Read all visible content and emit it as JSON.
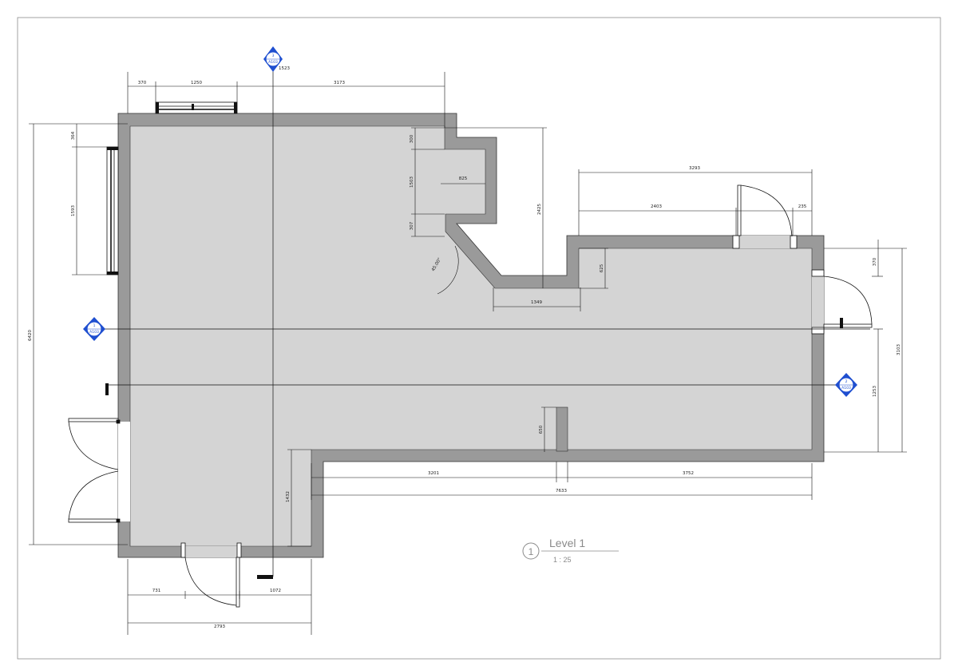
{
  "view": {
    "title": "Level 1",
    "scale": "1 : 25",
    "number": "1"
  },
  "markers": [
    {
      "number": "3",
      "label": "A103"
    },
    {
      "number": "1",
      "label": "A103"
    },
    {
      "number": "2",
      "label": "A103"
    }
  ],
  "dimensions": {
    "top_left": "370",
    "top_window": "1250",
    "top_right": "3173",
    "top_short": "1523",
    "left_top": "364",
    "left_window": "1593",
    "left_overall": "6420",
    "notch_top": "300",
    "notch_mid": "1503",
    "notch_bottom": "307",
    "notch_inner": "825",
    "notch_height": "2425",
    "angle": "45.00°",
    "step_width": "1349",
    "step_height": "625",
    "right_overall": "3293",
    "right_inner": "2403",
    "right_door": "235",
    "right_top": "370",
    "right_overall_height": "3103",
    "right_lower": "1253",
    "partition_height": "650",
    "bottom_left_run": "3201",
    "bottom_right_run": "3752",
    "bottom_overall": "7633",
    "lower_left_height": "1432",
    "base_left": "731",
    "base_right": "1072",
    "base_overall": "2793"
  },
  "colors": {
    "floor": "#d4d4d4",
    "wall": "#9a9a9a",
    "line": "#111111",
    "marker": "#1f4fd0",
    "frame": "#8c8c8c"
  }
}
